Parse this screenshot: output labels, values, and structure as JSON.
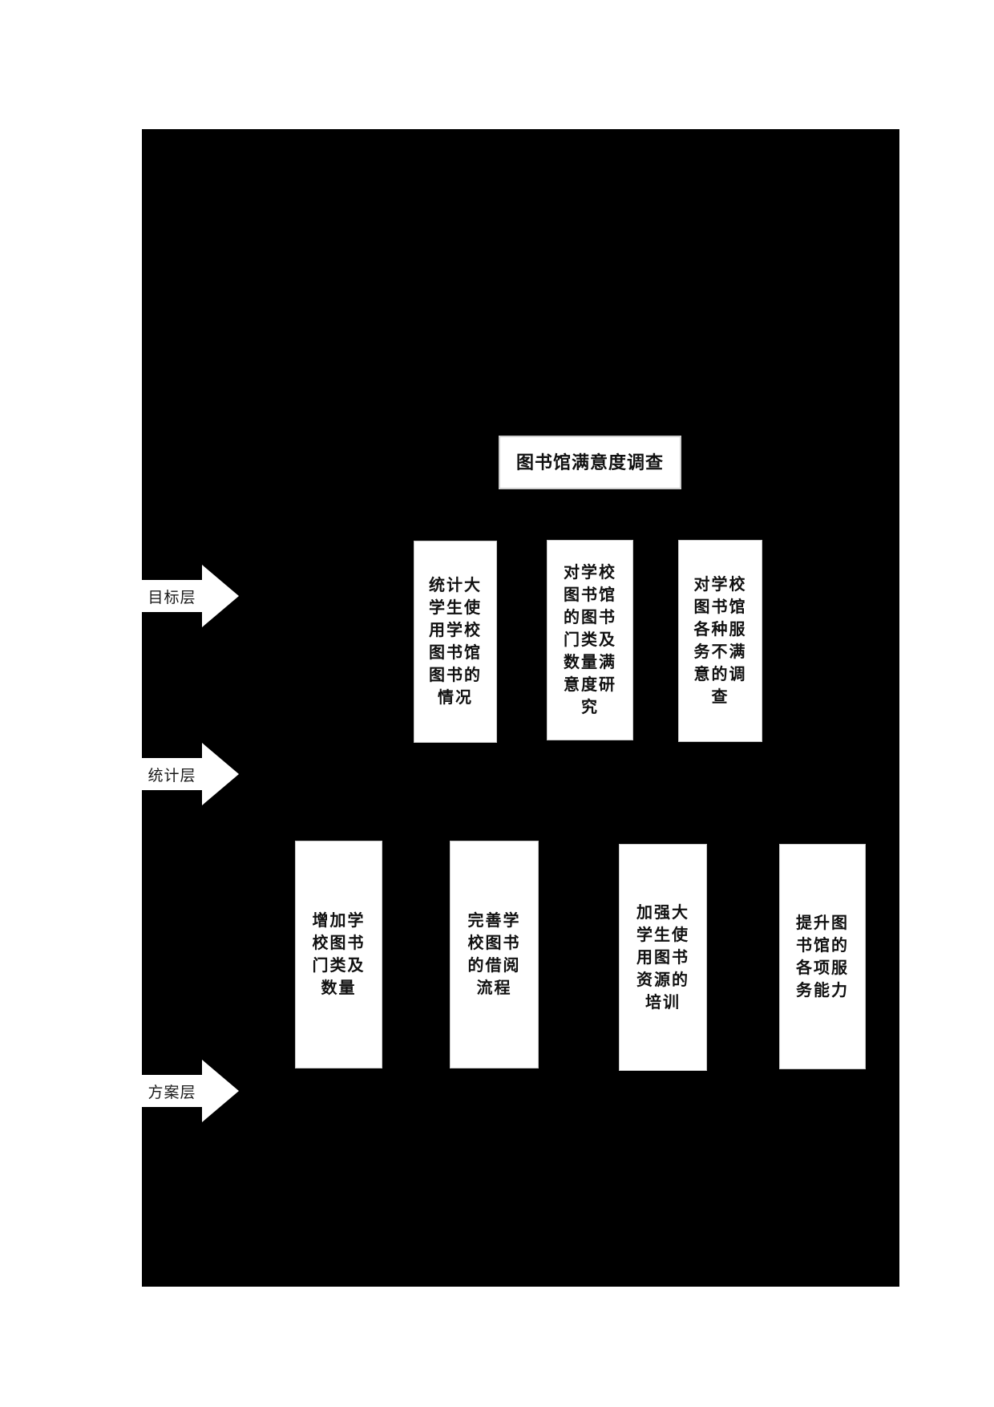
{
  "diagram": {
    "colors": {
      "page_background": "#ffffff",
      "panel_background": "#000000",
      "box_background": "#ffffff",
      "text": "#111111"
    },
    "goal_box": {
      "text": "图书馆满意度调查"
    },
    "layer_arrows": [
      {
        "label": "目标层"
      },
      {
        "label": "统计层"
      },
      {
        "label": "方案层"
      }
    ],
    "statistics_row": [
      {
        "text": "统计大\n学生使\n用学校\n图书馆\n图书的\n情况"
      },
      {
        "text": "对学校\n图书馆\n的图书\n门类及\n数量满\n意度研\n究"
      },
      {
        "text": "对学校\n图书馆\n各种服\n务不满\n意的调\n查"
      }
    ],
    "plan_row": [
      {
        "text": "增加学\n校图书\n门类及\n数量"
      },
      {
        "text": "完善学\n校图书\n的借阅\n流程"
      },
      {
        "text": "加强大\n学生使\n用图书\n资源的\n培训"
      },
      {
        "text": "提升图\n书馆的\n各项服\n务能力"
      }
    ]
  }
}
